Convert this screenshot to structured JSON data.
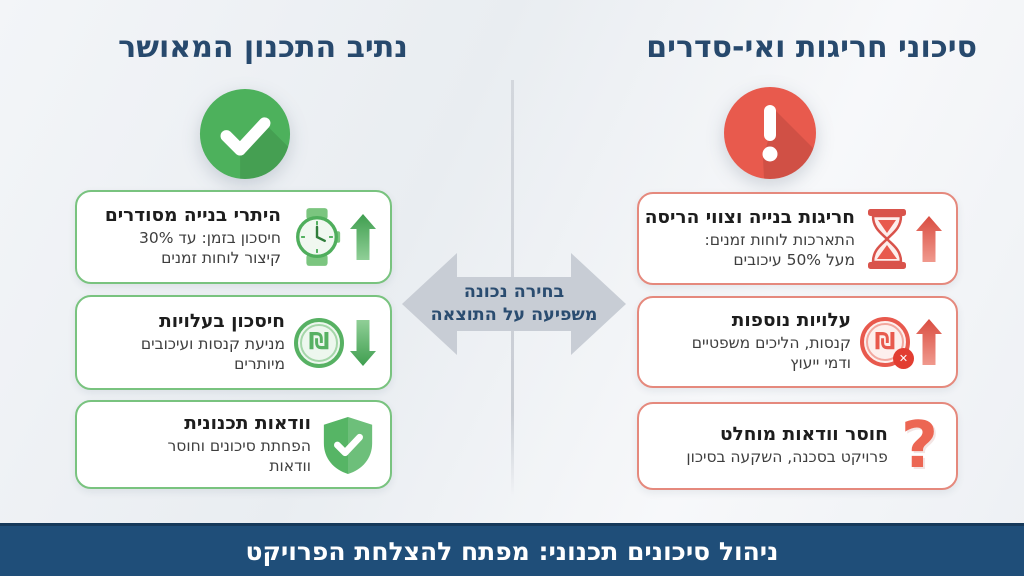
{
  "page": {
    "accent_navy": "#27496d",
    "accent_green": "#4db15c",
    "accent_red": "#e85a4d",
    "footer_bg": "#1f4e79"
  },
  "right_section": {
    "title": "סיכוני חריגות ואי-סדרים",
    "badge_icon": "alert-circle",
    "cards": [
      {
        "title": "חריגות בנייה וצווי הריסה",
        "body": "התארכות לוחות זמנים: מעל 50% עיכובים",
        "icons": [
          "hourglass",
          "arrow-up"
        ]
      },
      {
        "title": "עלויות נוספות",
        "body": "קנסות, הליכים משפטיים ודמי ייעוץ",
        "icons": [
          "shekel-coin-x",
          "arrow-up"
        ]
      },
      {
        "title": "חוסר וודאות מוחלט",
        "body": "פרויקט בסכנה, השקעה בסיכון",
        "icons": [
          "question-mark"
        ]
      }
    ]
  },
  "left_section": {
    "title": "נתיב התכנון המאושר",
    "badge_icon": "check-circle",
    "cards": [
      {
        "title": "היתרי בנייה מסודרים",
        "body": "חיסכון בזמן: עד 30% קיצור לוחות זמנים",
        "icons": [
          "watch",
          "arrow-up"
        ]
      },
      {
        "title": "חיסכון בעלויות",
        "body": "מניעת קנסות ועיכובים מיותרים",
        "icons": [
          "shekel-coin",
          "arrow-down"
        ]
      },
      {
        "title": "וודאות תכנונית",
        "body": "הפחתת סיכונים וחוסר וודאות",
        "icons": [
          "shield-check"
        ]
      }
    ]
  },
  "center": {
    "line1": "בחירה נכונה",
    "line2": "משפיעה על התוצאה"
  },
  "footer": {
    "text": "ניהול סיכונים תכנוני: מפתח להצלחת הפרויקט"
  },
  "symbols": {
    "shekel": "₪",
    "x": "✕",
    "question": "?"
  }
}
